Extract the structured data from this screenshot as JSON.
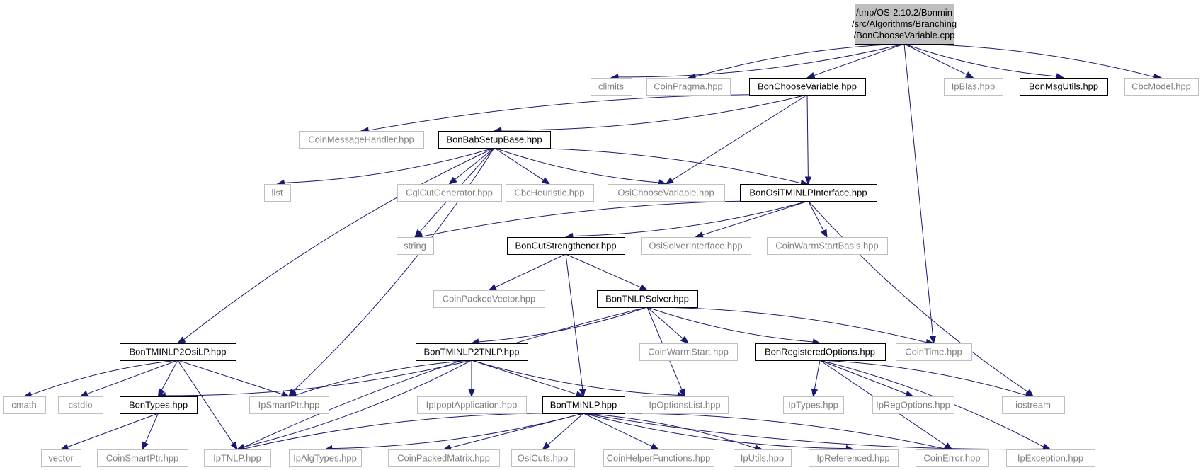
{
  "colors": {
    "edge": "#191970",
    "grey_border": "#bfbfbf",
    "black_border": "#000000",
    "root_fill": "#bfbfbf",
    "grey_text": "#7f7f7f",
    "black_text": "#000000"
  },
  "nodes": [
    {
      "id": "root",
      "lines": [
        "/tmp/OS-2.10.2/Bonmin",
        "/src/Algorithms/Branching",
        "/BonChooseVariable.cpp"
      ],
      "style": "root",
      "interactable": true
    },
    {
      "id": "climits",
      "lines": [
        "climits"
      ],
      "style": "grey",
      "interactable": false
    },
    {
      "id": "CoinPragma",
      "lines": [
        "CoinPragma.hpp"
      ],
      "style": "grey",
      "interactable": false
    },
    {
      "id": "BonChooseVariable",
      "lines": [
        "BonChooseVariable.hpp"
      ],
      "style": "black",
      "interactable": true
    },
    {
      "id": "IpBlas",
      "lines": [
        "IpBlas.hpp"
      ],
      "style": "grey",
      "interactable": false
    },
    {
      "id": "BonMsgUtils",
      "lines": [
        "BonMsgUtils.hpp"
      ],
      "style": "black",
      "interactable": true
    },
    {
      "id": "CbcModel",
      "lines": [
        "CbcModel.hpp"
      ],
      "style": "grey",
      "interactable": false
    },
    {
      "id": "CoinMessageHandler",
      "lines": [
        "CoinMessageHandler.hpp"
      ],
      "style": "grey",
      "interactable": false
    },
    {
      "id": "BonBabSetupBase",
      "lines": [
        "BonBabSetupBase.hpp"
      ],
      "style": "black",
      "interactable": true
    },
    {
      "id": "list",
      "lines": [
        "list"
      ],
      "style": "grey",
      "interactable": false
    },
    {
      "id": "CglCutGenerator",
      "lines": [
        "CglCutGenerator.hpp"
      ],
      "style": "grey",
      "interactable": false
    },
    {
      "id": "CbcHeuristic",
      "lines": [
        "CbcHeuristic.hpp"
      ],
      "style": "grey",
      "interactable": false
    },
    {
      "id": "OsiChooseVariable",
      "lines": [
        "OsiChooseVariable.hpp"
      ],
      "style": "grey",
      "interactable": false
    },
    {
      "id": "BonOsiTMINLPInterface",
      "lines": [
        "BonOsiTMINLPInterface.hpp"
      ],
      "style": "black",
      "interactable": true
    },
    {
      "id": "string",
      "lines": [
        "string"
      ],
      "style": "grey",
      "interactable": false
    },
    {
      "id": "BonCutStrengthener",
      "lines": [
        "BonCutStrengthener.hpp"
      ],
      "style": "black",
      "interactable": true
    },
    {
      "id": "OsiSolverInterface",
      "lines": [
        "OsiSolverInterface.hpp"
      ],
      "style": "grey",
      "interactable": false
    },
    {
      "id": "CoinWarmStartBasis",
      "lines": [
        "CoinWarmStartBasis.hpp"
      ],
      "style": "grey",
      "interactable": false
    },
    {
      "id": "CoinPackedVector",
      "lines": [
        "CoinPackedVector.hpp"
      ],
      "style": "grey",
      "interactable": false
    },
    {
      "id": "BonTNLPSolver",
      "lines": [
        "BonTNLPSolver.hpp"
      ],
      "style": "black",
      "interactable": true
    },
    {
      "id": "BonTMINLP2OsiLP",
      "lines": [
        "BonTMINLP2OsiLP.hpp"
      ],
      "style": "black",
      "interactable": true
    },
    {
      "id": "BonTMINLP2TNLP",
      "lines": [
        "BonTMINLP2TNLP.hpp"
      ],
      "style": "black",
      "interactable": true
    },
    {
      "id": "CoinWarmStart",
      "lines": [
        "CoinWarmStart.hpp"
      ],
      "style": "grey",
      "interactable": false
    },
    {
      "id": "BonRegisteredOptions",
      "lines": [
        "BonRegisteredOptions.hpp"
      ],
      "style": "black",
      "interactable": true
    },
    {
      "id": "CoinTime",
      "lines": [
        "CoinTime.hpp"
      ],
      "style": "grey",
      "interactable": false
    },
    {
      "id": "cmath",
      "lines": [
        "cmath"
      ],
      "style": "grey",
      "interactable": false
    },
    {
      "id": "cstdio",
      "lines": [
        "cstdio"
      ],
      "style": "grey",
      "interactable": false
    },
    {
      "id": "BonTypes",
      "lines": [
        "BonTypes.hpp"
      ],
      "style": "black",
      "interactable": true
    },
    {
      "id": "IpSmartPtr",
      "lines": [
        "IpSmartPtr.hpp"
      ],
      "style": "grey",
      "interactable": false
    },
    {
      "id": "IpIpoptApplication",
      "lines": [
        "IpIpoptApplication.hpp"
      ],
      "style": "grey",
      "interactable": false
    },
    {
      "id": "BonTMINLP",
      "lines": [
        "BonTMINLP.hpp"
      ],
      "style": "black",
      "interactable": true
    },
    {
      "id": "IpOptionsList",
      "lines": [
        "IpOptionsList.hpp"
      ],
      "style": "grey",
      "interactable": false
    },
    {
      "id": "IpTypes",
      "lines": [
        "IpTypes.hpp"
      ],
      "style": "grey",
      "interactable": false
    },
    {
      "id": "IpRegOptions",
      "lines": [
        "IpRegOptions.hpp"
      ],
      "style": "grey",
      "interactable": false
    },
    {
      "id": "iostream",
      "lines": [
        "iostream"
      ],
      "style": "grey",
      "interactable": false
    },
    {
      "id": "vector",
      "lines": [
        "vector"
      ],
      "style": "grey",
      "interactable": false
    },
    {
      "id": "CoinSmartPtr",
      "lines": [
        "CoinSmartPtr.hpp"
      ],
      "style": "grey",
      "interactable": false
    },
    {
      "id": "IpTNLP",
      "lines": [
        "IpTNLP.hpp"
      ],
      "style": "grey",
      "interactable": false
    },
    {
      "id": "IpAlgTypes",
      "lines": [
        "IpAlgTypes.hpp"
      ],
      "style": "grey",
      "interactable": false
    },
    {
      "id": "CoinPackedMatrix",
      "lines": [
        "CoinPackedMatrix.hpp"
      ],
      "style": "grey",
      "interactable": false
    },
    {
      "id": "OsiCuts",
      "lines": [
        "OsiCuts.hpp"
      ],
      "style": "grey",
      "interactable": false
    },
    {
      "id": "CoinHelperFunctions",
      "lines": [
        "CoinHelperFunctions.hpp"
      ],
      "style": "grey",
      "interactable": false
    },
    {
      "id": "IpUtils",
      "lines": [
        "IpUtils.hpp"
      ],
      "style": "grey",
      "interactable": false
    },
    {
      "id": "IpReferenced",
      "lines": [
        "IpReferenced.hpp"
      ],
      "style": "grey",
      "interactable": false
    },
    {
      "id": "CoinError",
      "lines": [
        "CoinError.hpp"
      ],
      "style": "grey",
      "interactable": false
    },
    {
      "id": "IpException",
      "lines": [
        "IpException.hpp"
      ],
      "style": "grey",
      "interactable": false
    }
  ],
  "edges": [
    [
      "root",
      "climits"
    ],
    [
      "root",
      "CoinPragma"
    ],
    [
      "root",
      "BonChooseVariable"
    ],
    [
      "root",
      "CoinTime"
    ],
    [
      "root",
      "IpBlas"
    ],
    [
      "root",
      "BonMsgUtils"
    ],
    [
      "root",
      "CbcModel"
    ],
    [
      "BonChooseVariable",
      "CoinMessageHandler"
    ],
    [
      "BonChooseVariable",
      "BonBabSetupBase"
    ],
    [
      "BonChooseVariable",
      "OsiChooseVariable"
    ],
    [
      "BonChooseVariable",
      "BonOsiTMINLPInterface"
    ],
    [
      "BonBabSetupBase",
      "BonTMINLP2OsiLP"
    ],
    [
      "BonBabSetupBase",
      "list"
    ],
    [
      "BonBabSetupBase",
      "string"
    ],
    [
      "BonBabSetupBase",
      "IpSmartPtr"
    ],
    [
      "BonBabSetupBase",
      "CglCutGenerator"
    ],
    [
      "BonBabSetupBase",
      "CbcHeuristic"
    ],
    [
      "BonBabSetupBase",
      "OsiChooseVariable"
    ],
    [
      "BonBabSetupBase",
      "BonOsiTMINLPInterface"
    ],
    [
      "BonOsiTMINLPInterface",
      "string"
    ],
    [
      "BonOsiTMINLPInterface",
      "BonCutStrengthener"
    ],
    [
      "BonOsiTMINLPInterface",
      "OsiSolverInterface"
    ],
    [
      "BonOsiTMINLPInterface",
      "CoinWarmStartBasis"
    ],
    [
      "BonOsiTMINLPInterface",
      "iostream"
    ],
    [
      "BonCutStrengthener",
      "CoinPackedVector"
    ],
    [
      "BonCutStrengthener",
      "BonTNLPSolver"
    ],
    [
      "BonCutStrengthener",
      "BonTMINLP"
    ],
    [
      "BonTNLPSolver",
      "IpTNLP"
    ],
    [
      "BonTNLPSolver",
      "BonTMINLP2TNLP"
    ],
    [
      "BonTNLPSolver",
      "IpOptionsList"
    ],
    [
      "BonTNLPSolver",
      "CoinWarmStart"
    ],
    [
      "BonTNLPSolver",
      "BonRegisteredOptions"
    ],
    [
      "BonTNLPSolver",
      "CoinTime"
    ],
    [
      "BonTMINLP2OsiLP",
      "cmath"
    ],
    [
      "BonTMINLP2OsiLP",
      "cstdio"
    ],
    [
      "BonTMINLP2OsiLP",
      "BonTypes"
    ],
    [
      "BonTMINLP2OsiLP",
      "IpTNLP"
    ],
    [
      "BonTMINLP2OsiLP",
      "IpSmartPtr"
    ],
    [
      "BonTMINLP2TNLP",
      "BonTypes"
    ],
    [
      "BonTMINLP2TNLP",
      "IpSmartPtr"
    ],
    [
      "BonTMINLP2TNLP",
      "IpTNLP"
    ],
    [
      "BonTMINLP2TNLP",
      "IpIpoptApplication"
    ],
    [
      "BonTMINLP2TNLP",
      "BonTMINLP"
    ],
    [
      "BonTMINLP2TNLP",
      "IpOptionsList"
    ],
    [
      "BonRegisteredOptions",
      "IpTypes"
    ],
    [
      "BonRegisteredOptions",
      "IpRegOptions"
    ],
    [
      "BonRegisteredOptions",
      "iostream"
    ],
    [
      "BonRegisteredOptions",
      "CoinError"
    ],
    [
      "BonRegisteredOptions",
      "IpException"
    ],
    [
      "BonTypes",
      "vector"
    ],
    [
      "BonTypes",
      "CoinSmartPtr"
    ],
    [
      "BonTMINLP",
      "IpTNLP"
    ],
    [
      "BonTMINLP",
      "IpAlgTypes"
    ],
    [
      "BonTMINLP",
      "CoinPackedMatrix"
    ],
    [
      "BonTMINLP",
      "OsiCuts"
    ],
    [
      "BonTMINLP",
      "CoinHelperFunctions"
    ],
    [
      "BonTMINLP",
      "IpUtils"
    ],
    [
      "BonTMINLP",
      "IpReferenced"
    ],
    [
      "BonTMINLP",
      "CoinError"
    ],
    [
      "BonTMINLP",
      "IpException"
    ]
  ]
}
